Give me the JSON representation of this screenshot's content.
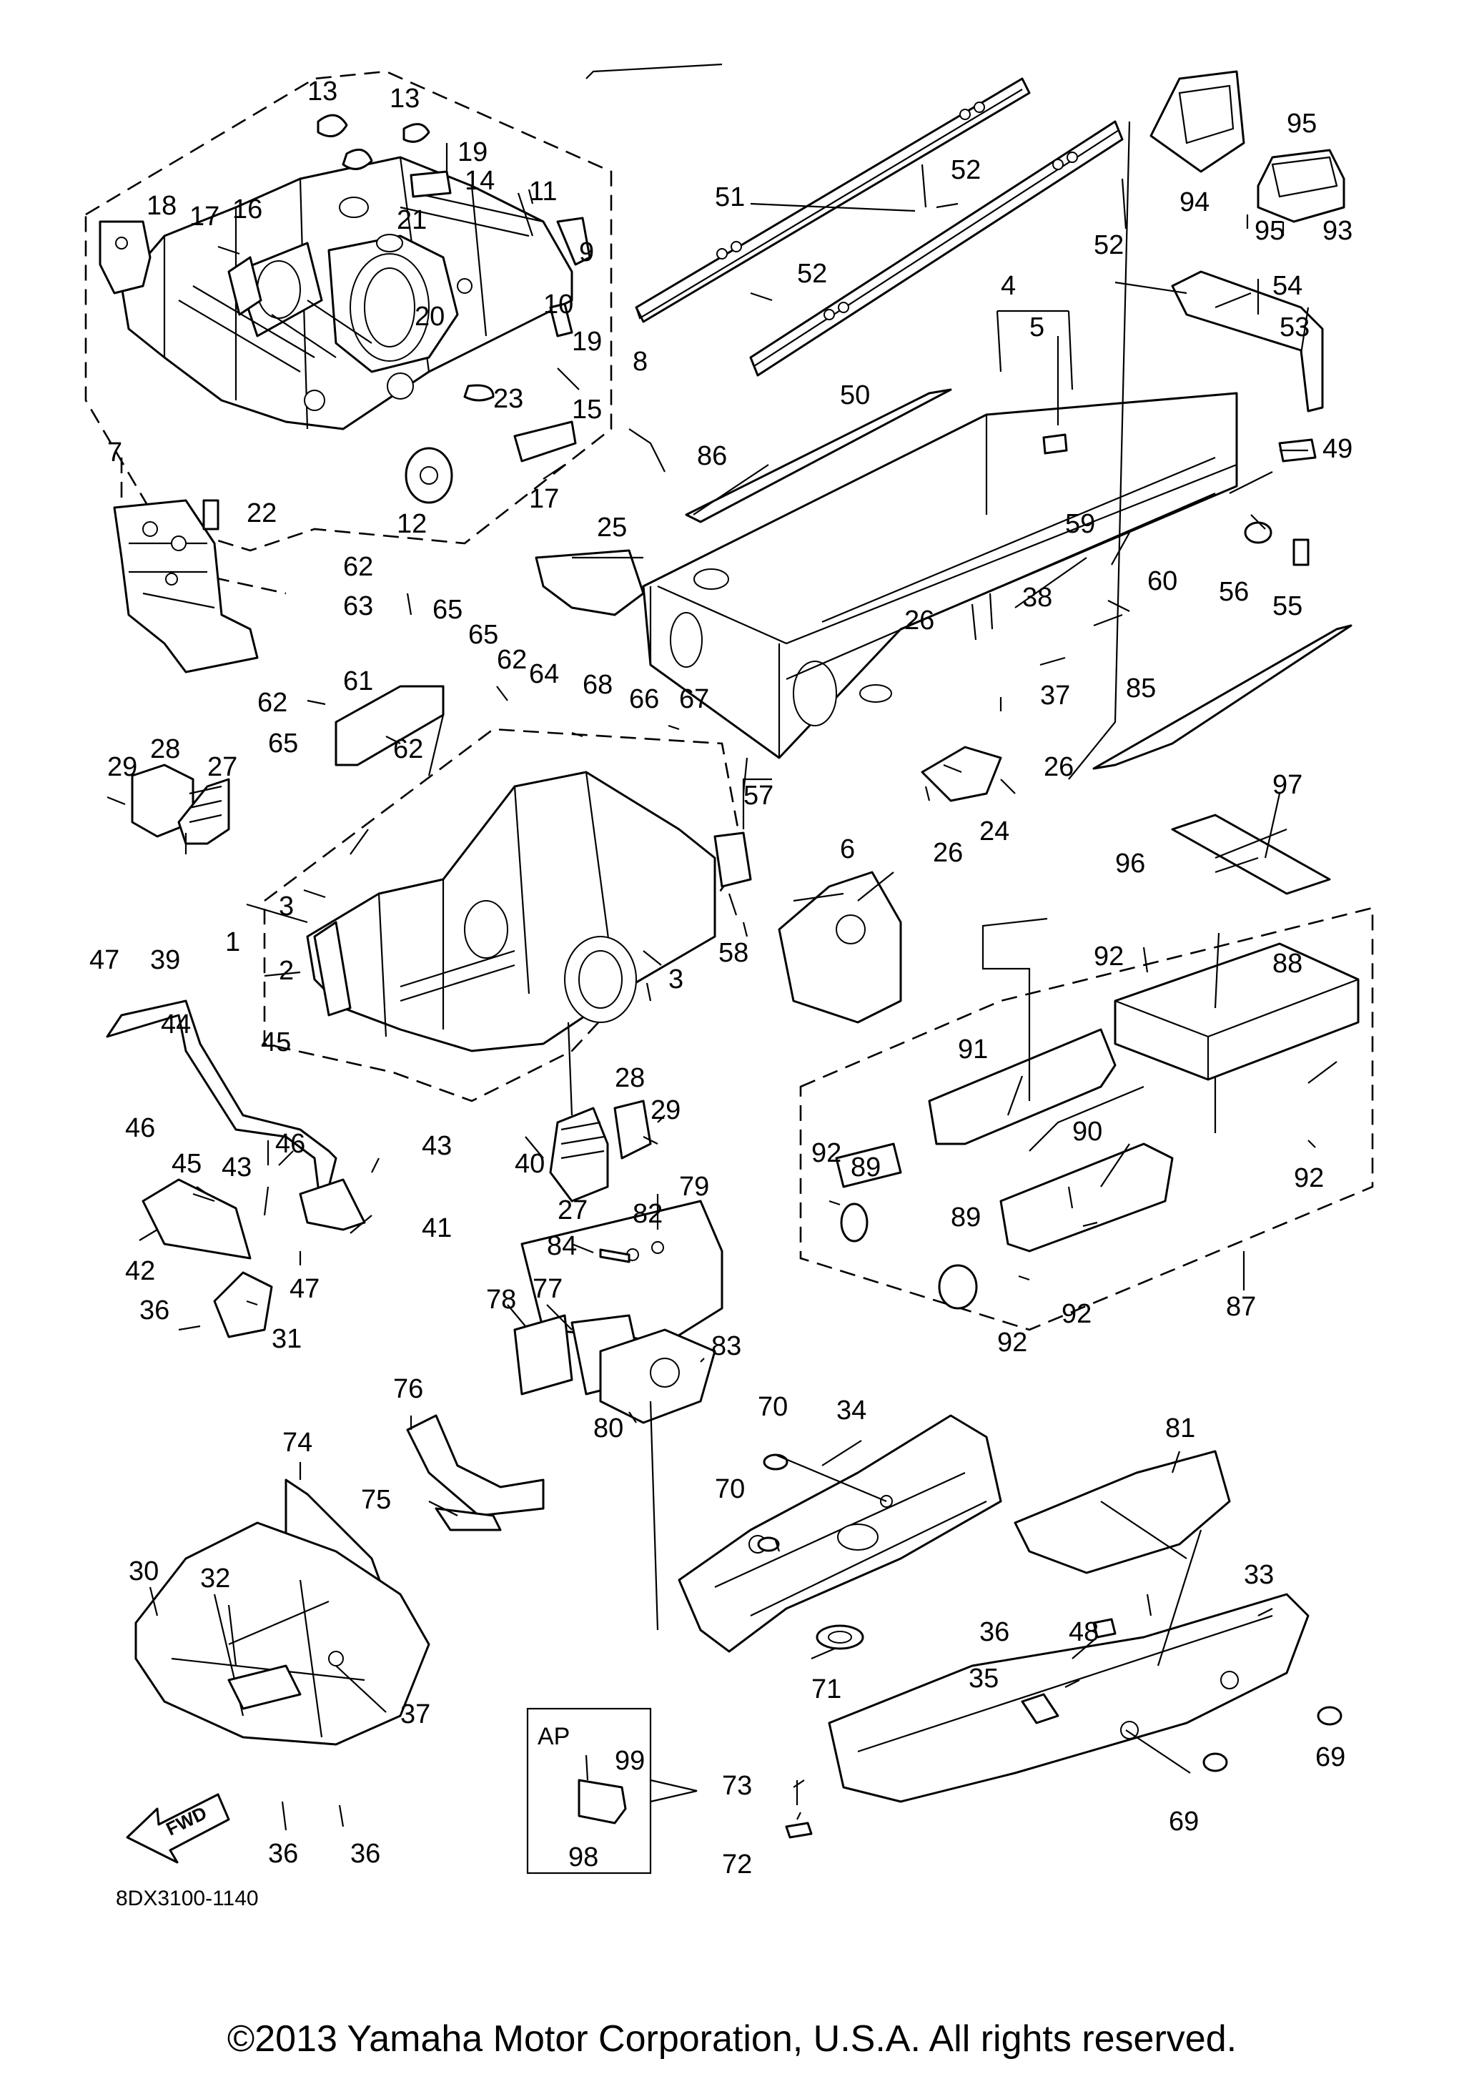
{
  "diagram_code": "8DX3100-1140",
  "inset_label": "AP",
  "fwd_label": "FWD",
  "copyright": "©2013 Yamaha Motor Corporation, U.S.A. All rights reserved.",
  "callouts": {
    "c1": "1",
    "c2": "2",
    "c3a": "3",
    "c3b": "3",
    "c4": "4",
    "c5": "5",
    "c6": "6",
    "c7": "7",
    "c8": "8",
    "c9": "9",
    "c10": "10",
    "c11": "11",
    "c12": "12",
    "c13a": "13",
    "c13b": "13",
    "c14": "14",
    "c15": "15",
    "c16": "16",
    "c17a": "17",
    "c17b": "17",
    "c18": "18",
    "c19a": "19",
    "c19b": "19",
    "c20": "20",
    "c21": "21",
    "c22": "22",
    "c23": "23",
    "c24": "24",
    "c25": "25",
    "c26a": "26",
    "c26b": "26",
    "c26c": "26",
    "c27a": "27",
    "c27b": "27",
    "c28a": "28",
    "c28b": "28",
    "c29a": "29",
    "c29b": "29",
    "c30": "30",
    "c31": "31",
    "c32": "32",
    "c33": "33",
    "c34": "34",
    "c35": "35",
    "c36a": "36",
    "c36b": "36",
    "c36c": "36",
    "c36d": "36",
    "c37a": "37",
    "c37b": "37",
    "c38": "38",
    "c39": "39",
    "c40": "40",
    "c41": "41",
    "c42": "42",
    "c43a": "43",
    "c43b": "43",
    "c44": "44",
    "c45a": "45",
    "c45b": "45",
    "c46a": "46",
    "c46b": "46",
    "c47a": "47",
    "c47b": "47",
    "c48": "48",
    "c49": "49",
    "c50": "50",
    "c51": "51",
    "c52a": "52",
    "c52b": "52",
    "c52c": "52",
    "c53": "53",
    "c54": "54",
    "c55": "55",
    "c56": "56",
    "c57": "57",
    "c58": "58",
    "c59": "59",
    "c60": "60",
    "c61": "61",
    "c62a": "62",
    "c62b": "62",
    "c62c": "62",
    "c62d": "62",
    "c63": "63",
    "c64": "64",
    "c65a": "65",
    "c65b": "65",
    "c65c": "65",
    "c66": "66",
    "c67": "67",
    "c68": "68",
    "c69a": "69",
    "c69b": "69",
    "c70a": "70",
    "c70b": "70",
    "c71": "71",
    "c72": "72",
    "c73": "73",
    "c74": "74",
    "c75": "75",
    "c76": "76",
    "c77": "77",
    "c78": "78",
    "c79": "79",
    "c80": "80",
    "c81": "81",
    "c82": "82",
    "c83": "83",
    "c84": "84",
    "c85": "85",
    "c86": "86",
    "c87": "87",
    "c88": "88",
    "c89a": "89",
    "c89b": "89",
    "c90": "90",
    "c91": "91",
    "c92a": "92",
    "c92b": "92",
    "c92c": "92",
    "c92d": "92",
    "c92e": "92",
    "c93": "93",
    "c94": "94",
    "c95a": "95",
    "c95b": "95",
    "c96": "96",
    "c97": "97",
    "c98": "98",
    "c99": "99"
  }
}
